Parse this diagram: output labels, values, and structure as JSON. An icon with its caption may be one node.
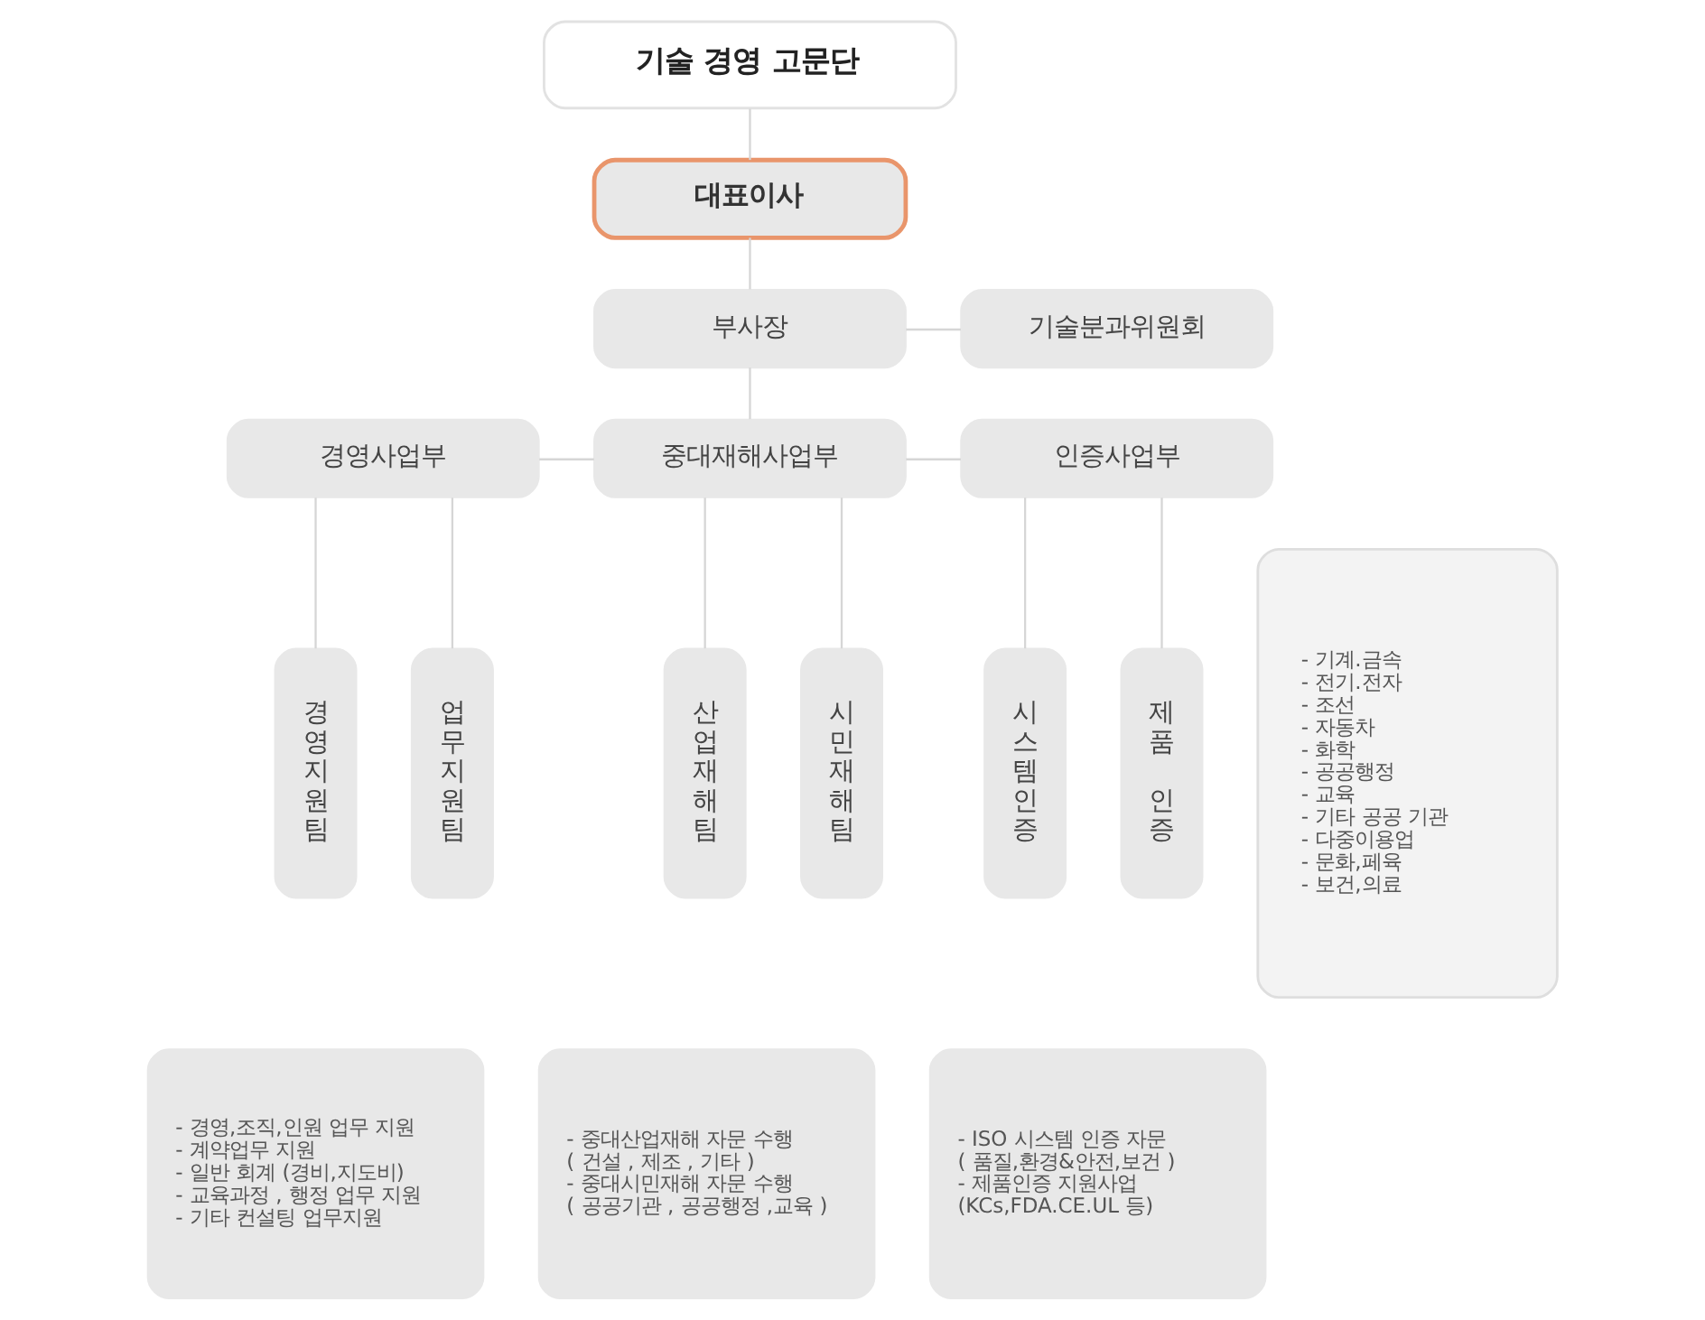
{
  "diagram": {
    "nodes": [
      {
        "text": [
          "기술 경영 고문단"
        ]
      },
      {
        "text": [
          "대표이사"
        ]
      },
      {
        "text": [
          "부사장"
        ]
      },
      {
        "text": [
          "기술분과위원회"
        ]
      },
      {
        "text": [
          "경영사업부"
        ]
      },
      {
        "text": [
          "중대재해사업부"
        ]
      },
      {
        "text": [
          "인증사업부"
        ]
      },
      {
        "text": [
          "경영지원팀"
        ]
      },
      {
        "text": [
          "업무지원팀"
        ]
      },
      {
        "text": [
          "산업재해팀"
        ]
      },
      {
        "text": [
          "시민재해팀"
        ]
      },
      {
        "text": [
          "시스템인증"
        ]
      },
      {
        "text": [
          "제품 인증"
        ]
      },
      {
        "text": [
          "- 경영,조직,인원 업무 지원",
          "- 계약업무 지원",
          "- 일반 회계 (경비,지도비)",
          "- 교육과정 , 행정 업무 지원",
          "- 기타 컨설팅 업무지원"
        ]
      },
      {
        "text": [
          "- 중대산업재해 자문 수행",
          "( 건설 , 제조 , 기타 )",
          "- 중대시민재해 자문 수행",
          "( 공공기관 , 공공행정 ,교육 )"
        ]
      },
      {
        "text": [
          "- ISO 시스템 인증 자문",
          "( 품질,환경&안전,보건 )",
          "- 제품인증 지원사업",
          "(KCs,FDA.CE.UL 등)"
        ]
      },
      {
        "text": [
          "- 기계.금속",
          "- 전기.전자",
          "- 조선",
          "- 자동차",
          "- 화학",
          "- 공공행정",
          "- 교육",
          "- 기타 공공 기관",
          "- 다중이용업",
          "- 문화,페육",
          "- 보건,의료"
        ]
      }
    ],
    "edges": [
      {
        "from": 0,
        "to": 1,
        "arrow": "none"
      },
      {
        "from": 1,
        "to": 2,
        "arrow": "none"
      },
      {
        "from": 2,
        "to": 3,
        "arrow": "none"
      },
      {
        "from": 2,
        "to": 5,
        "arrow": "none"
      },
      {
        "from": 4,
        "to": 5,
        "arrow": "none"
      },
      {
        "from": 5,
        "to": 6,
        "arrow": "none"
      },
      {
        "from": 4,
        "to": 7,
        "arrow": "none"
      },
      {
        "from": 4,
        "to": 8,
        "arrow": "none"
      },
      {
        "from": 5,
        "to": 9,
        "arrow": "none"
      },
      {
        "from": 5,
        "to": 10,
        "arrow": "none"
      },
      {
        "from": 6,
        "to": 11,
        "arrow": "none"
      },
      {
        "from": 6,
        "to": 12,
        "arrow": "none"
      }
    ]
  }
}
